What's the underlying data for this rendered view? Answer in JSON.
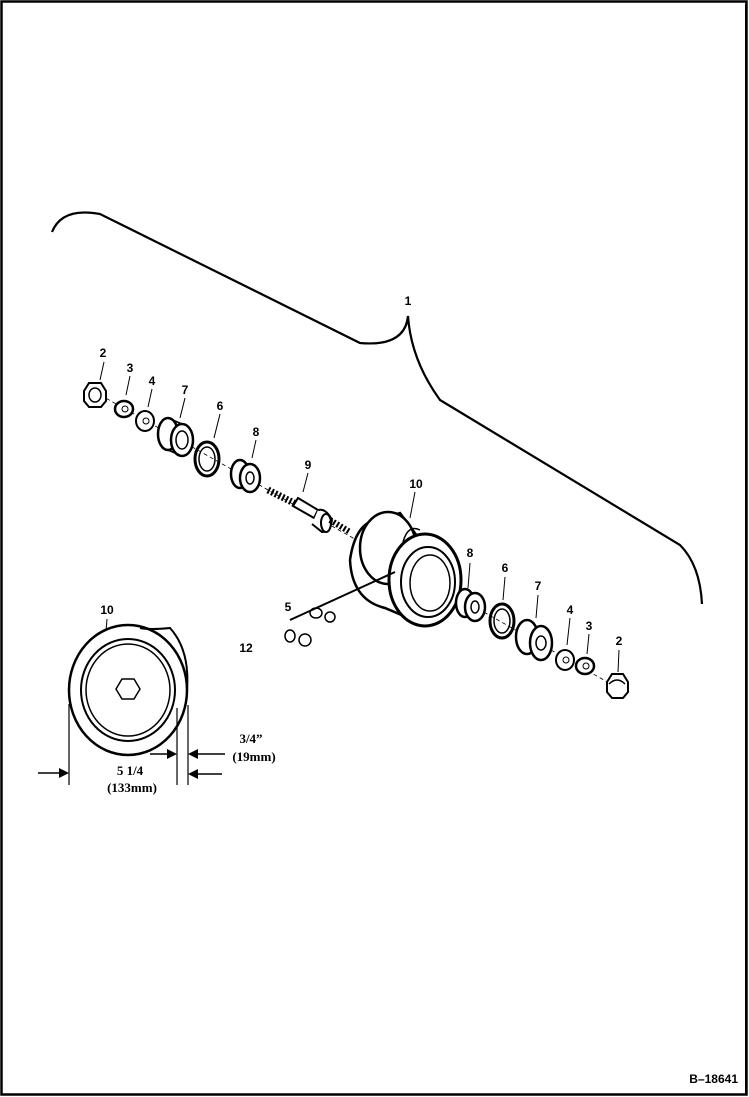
{
  "callouts": {
    "assembly": "1",
    "nut": "2",
    "washer_3": "3",
    "washer_4": "4",
    "seal": "7",
    "ring": "6",
    "bearing": "8",
    "shaft": "9",
    "roller": "10",
    "partial_5": "5",
    "partial_12": "12"
  },
  "dimensions": {
    "width_in": "5 1/4",
    "width_mm": "(133mm)",
    "offset_in": "3/4”",
    "offset_mm": "(19mm)"
  },
  "figure_id": "B–18641",
  "colors": {
    "ink": "#000000",
    "paper": "#ffffff"
  }
}
